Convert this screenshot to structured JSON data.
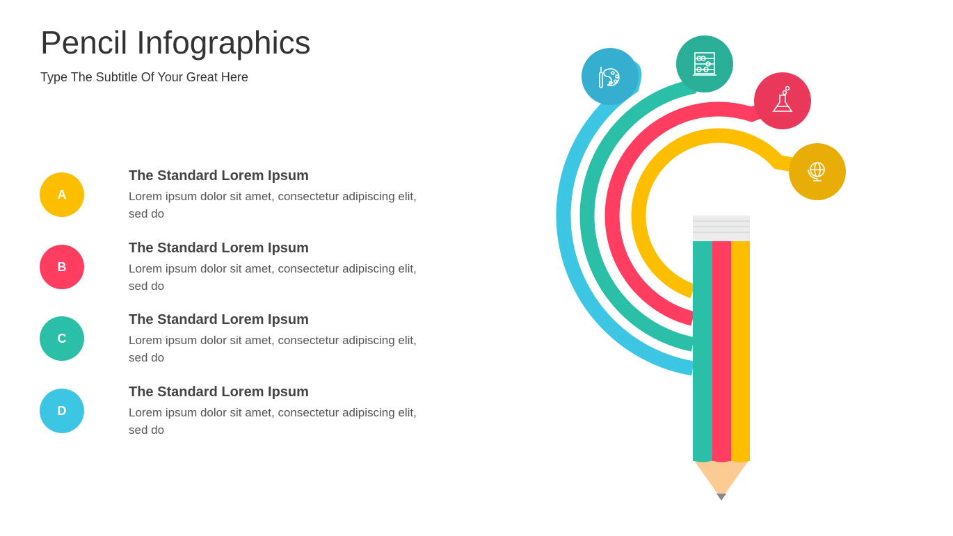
{
  "header": {
    "title": "Pencil Infographics",
    "subtitle": "Type The Subtitle Of Your Great Here"
  },
  "items": [
    {
      "letter": "A",
      "heading": "The Standard Lorem Ipsum",
      "body": "Lorem ipsum dolor sit amet, consectetur adipiscing elit, sed do",
      "color": "#FDBE00",
      "icon": "globe-icon"
    },
    {
      "letter": "B",
      "heading": "The Standard Lorem Ipsum",
      "body": "Lorem ipsum dolor sit amet, consectetur adipiscing elit, sed do",
      "color": "#FE3D61",
      "icon": "flask-icon"
    },
    {
      "letter": "C",
      "heading": "The Standard Lorem Ipsum",
      "body": "Lorem ipsum dolor sit amet, consectetur adipiscing elit, sed do",
      "color": "#2BBFA8",
      "icon": "abacus-icon"
    },
    {
      "letter": "D",
      "heading": "The Standard Lorem Ipsum",
      "body": "Lorem ipsum dolor sit amet, consectetur adipiscing elit, sed do",
      "color": "#3CC6E3",
      "icon": "palette-icon"
    }
  ]
}
